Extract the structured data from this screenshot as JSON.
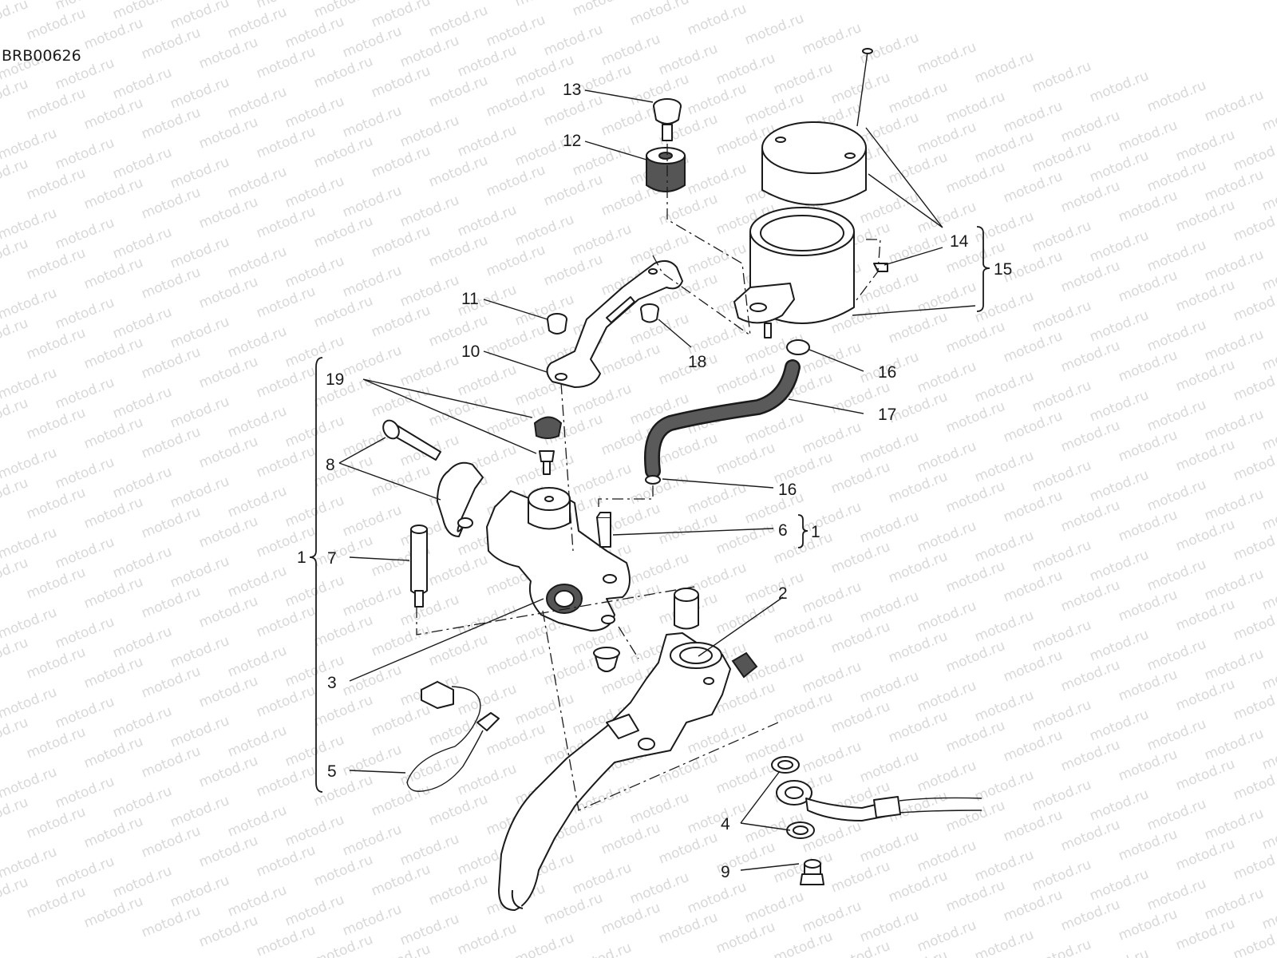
{
  "diagram": {
    "code": "BRB00626",
    "watermark": "motod.ru",
    "callouts": [
      "1",
      "2",
      "3",
      "4",
      "5",
      "6",
      "7",
      "8",
      "9",
      "10",
      "11",
      "12",
      "13",
      "14",
      "15",
      "16",
      "17",
      "18",
      "19"
    ]
  }
}
